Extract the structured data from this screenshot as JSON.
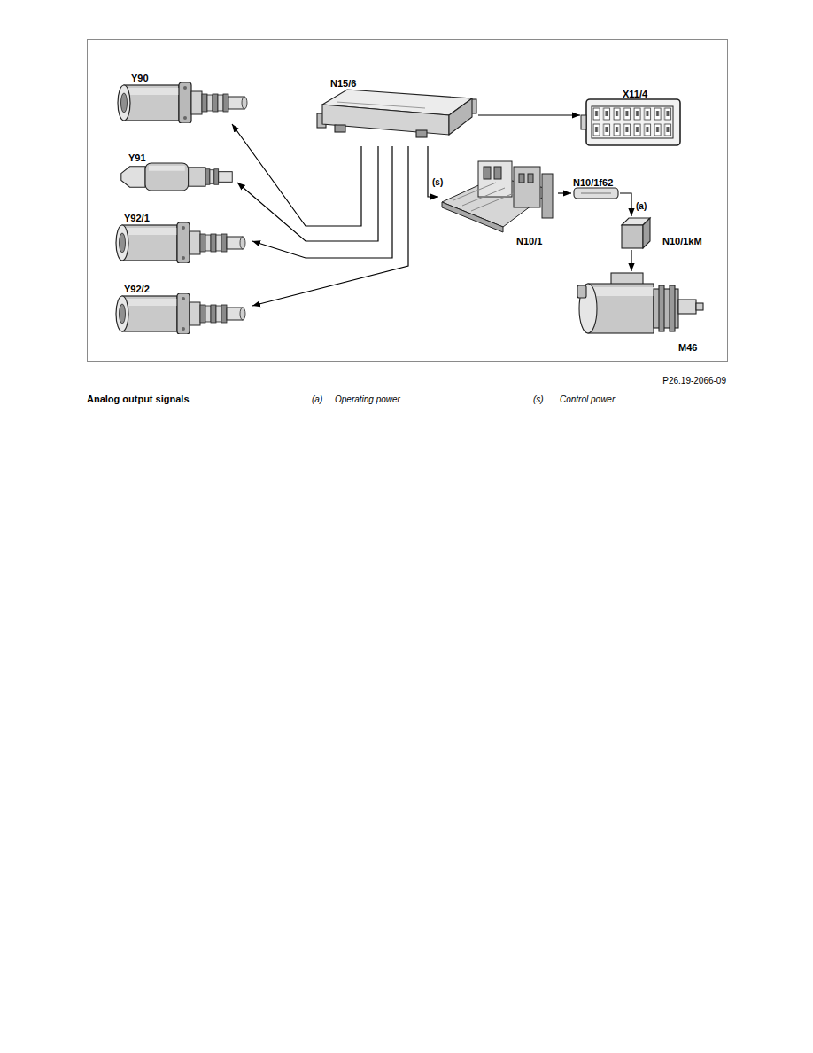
{
  "diagram": {
    "caption": "Analog output signals",
    "nodes": [
      {
        "text": [
          "Y90"
        ]
      },
      {
        "text": [
          "N15/6"
        ]
      },
      {
        "text": [
          "X11/4"
        ]
      },
      {
        "text": [
          "Y91"
        ]
      },
      {
        "text": [
          "N10/1"
        ]
      },
      {
        "text": [
          "N10/1f62"
        ]
      },
      {
        "text": [
          "N10/1kM"
        ]
      },
      {
        "text": [
          "Y92/1"
        ]
      },
      {
        "text": [
          "Y92/2"
        ]
      },
      {
        "text": [
          "M46"
        ]
      }
    ],
    "edges": [
      {
        "from": 1,
        "to": 0,
        "arrow": "to"
      },
      {
        "from": 1,
        "to": 3,
        "arrow": "to"
      },
      {
        "from": 1,
        "to": 7,
        "arrow": "to"
      },
      {
        "from": 1,
        "to": 8,
        "arrow": "to"
      },
      {
        "from": 1,
        "to": 2,
        "arrow": "to"
      },
      {
        "from": 1,
        "to": 4,
        "label": "(s)",
        "arrow": "to"
      },
      {
        "from": 4,
        "to": 5,
        "arrow": "to"
      },
      {
        "from": 5,
        "to": 6,
        "label": "(a)",
        "arrow": "to"
      },
      {
        "from": 6,
        "to": 9,
        "arrow": "to"
      }
    ],
    "labels": [
      "P26.19-2066-09",
      "(a)",
      "Operating power",
      "(s)",
      "Control power"
    ]
  }
}
